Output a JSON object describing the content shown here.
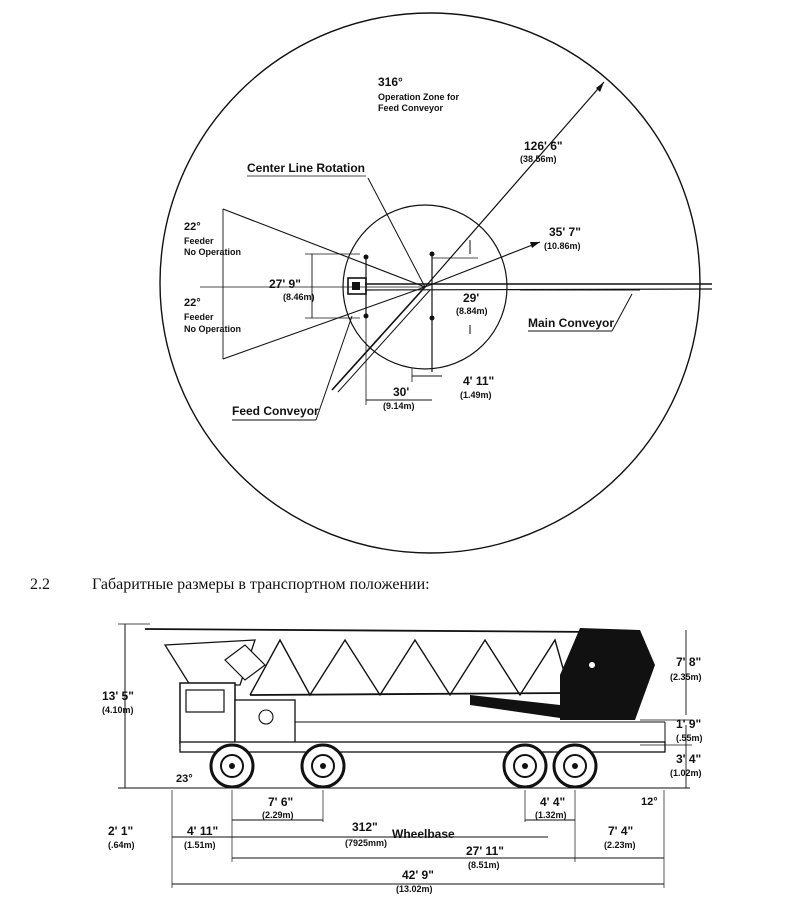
{
  "top_diagram": {
    "zone_angle": "316°",
    "zone_text_1": "Operation Zone for",
    "zone_text_2": "Feed Conveyor",
    "radius_outer": "126' 6\"",
    "radius_outer_m": "(38.56m)",
    "center_line": "Center Line Rotation",
    "radius_inner": "35' 7\"",
    "radius_inner_m": "(10.86m)",
    "angle_top": "22°",
    "feeder_top_1": "Feeder",
    "feeder_top_2": "No Operation",
    "span": "27' 9\"",
    "span_m": "(8.46m)",
    "angle_bottom": "22°",
    "feeder_bottom_1": "Feeder",
    "feeder_bottom_2": "No Operation",
    "dim_29": "29'",
    "dim_29_m": "(8.84m)",
    "main_conveyor": "Main Conveyor",
    "dim_30": "30'",
    "dim_30_m": "(9.14m)",
    "dim_4_11": "4' 11\"",
    "dim_4_11_m": "(1.49m)",
    "feed_conveyor": "Feed Conveyor"
  },
  "section": {
    "number": "2.2",
    "title": "Габаритные размеры в транспортном положении:"
  },
  "truck_diagram": {
    "height_total": "13' 5\"",
    "height_total_m": "(4.10m)",
    "height_top": "7' 8\"",
    "height_top_m": "(2.35m)",
    "h_1_9": "1' 9\"",
    "h_1_9_m": "(.55m)",
    "h_3_4": "3' 4\"",
    "h_3_4_m": "(1.02m)",
    "angle_23": "23°",
    "angle_12": "12°",
    "d_7_6": "7' 6\"",
    "d_7_6_m": "(2.29m)",
    "d_4_4": "4' 4\"",
    "d_4_4_m": "(1.32m)",
    "d_2_1": "2' 1\"",
    "d_2_1_m": "(.64m)",
    "d_4_11": "4' 11\"",
    "d_4_11_m": "(1.51m)",
    "wheelbase_val": "312\"",
    "wheelbase_label": "Wheelbase",
    "wheelbase_mm": "(7925mm)",
    "d_7_4": "7' 4\"",
    "d_7_4_m": "(2.23m)",
    "d_27_11": "27' 11\"",
    "d_27_11_m": "(8.51m)",
    "length_total": "42' 9\"",
    "length_total_m": "(13.02m)"
  }
}
